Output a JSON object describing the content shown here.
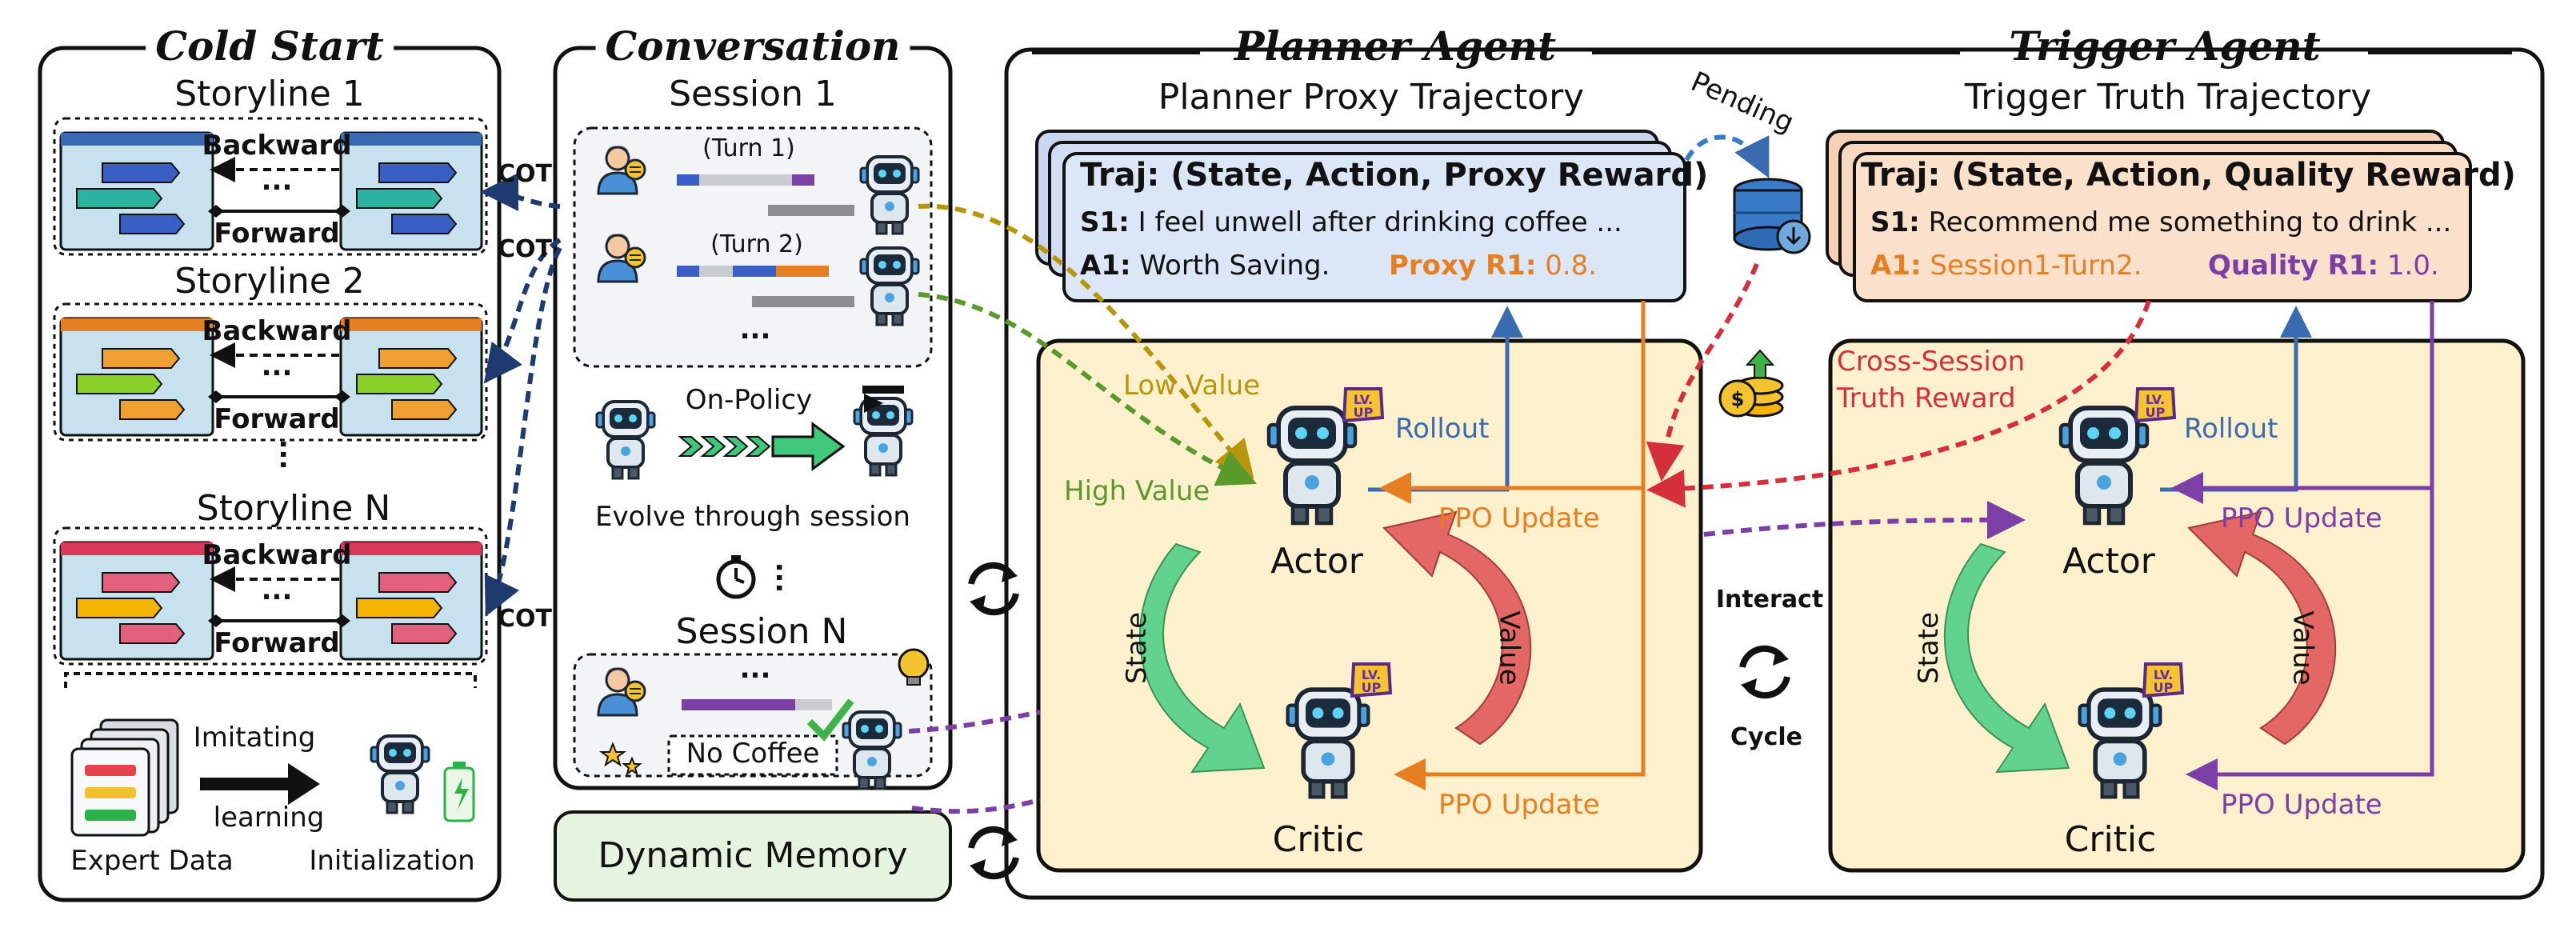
{
  "cold_start": {
    "title": "Cold Start",
    "storylines": [
      "Storyline 1",
      "Storyline 2",
      "Storyline N"
    ],
    "backward": "Backward",
    "forward": "Forward",
    "ellipsis": "...",
    "cot": "COT",
    "imitating": "Imitating",
    "learning": "learning",
    "expert_data": "Expert Data",
    "initialization": "Initialization"
  },
  "conversation": {
    "title": "Conversation",
    "session_1": "Session 1",
    "turn_1": "(Turn 1)",
    "turn_2": "(Turn 2)",
    "ellipsis": "...",
    "on_policy": "On-Policy",
    "evolve": "Evolve through session",
    "session_n": "Session N",
    "no_coffee": "No Coffee",
    "dynamic_memory": "Dynamic Memory"
  },
  "planner": {
    "title": "Planner Agent",
    "subtitle": "Planner Proxy Trajectory",
    "traj": "Traj: (State, Action, Proxy Reward)",
    "s1_key": "S1:",
    "s1_text": "I feel unwell after drinking coffee ...",
    "a1_key": "A1:",
    "a1_text": "Worth Saving.",
    "r1_key": "Proxy R1:",
    "r1_val": "0.8.",
    "low_value": "Low Value",
    "high_value": "High Value",
    "rollout": "Rollout",
    "ppo_update": "PPO Update",
    "actor": "Actor",
    "critic": "Critic",
    "state": "State",
    "value": "Value",
    "pending": "Pending",
    "lvup": "LV. UP"
  },
  "trigger": {
    "title": "Trigger Agent",
    "subtitle": "Trigger Truth Trajectory",
    "traj": "Traj: (State, Action, Quality Reward)",
    "s1_key": "S1:",
    "s1_text": "Recommend me something to drink ...",
    "a1_key": "A1:",
    "a1_text": "Session1-Turn2.",
    "r1_key": "Quality R1:",
    "r1_val": "1.0.",
    "cross_session": "Cross-Session",
    "truth_reward": "Truth Reward",
    "rollout": "Rollout",
    "ppo_update": "PPO Update",
    "actor": "Actor",
    "critic": "Critic",
    "state": "State",
    "value": "Value",
    "interact": "Interact",
    "cycle": "Cycle"
  },
  "colors": {
    "navy": "#1f3a6e",
    "orange": "#e67e22",
    "purple": "#7b3fa6",
    "red": "#d62f3c",
    "gold": "#b8960c",
    "green": "#5a9a2a",
    "blue": "#3a6ab0",
    "cream": "#fdf1cd",
    "proxy_card": "#dbe6f7",
    "truth_card": "#fbe1cc"
  }
}
